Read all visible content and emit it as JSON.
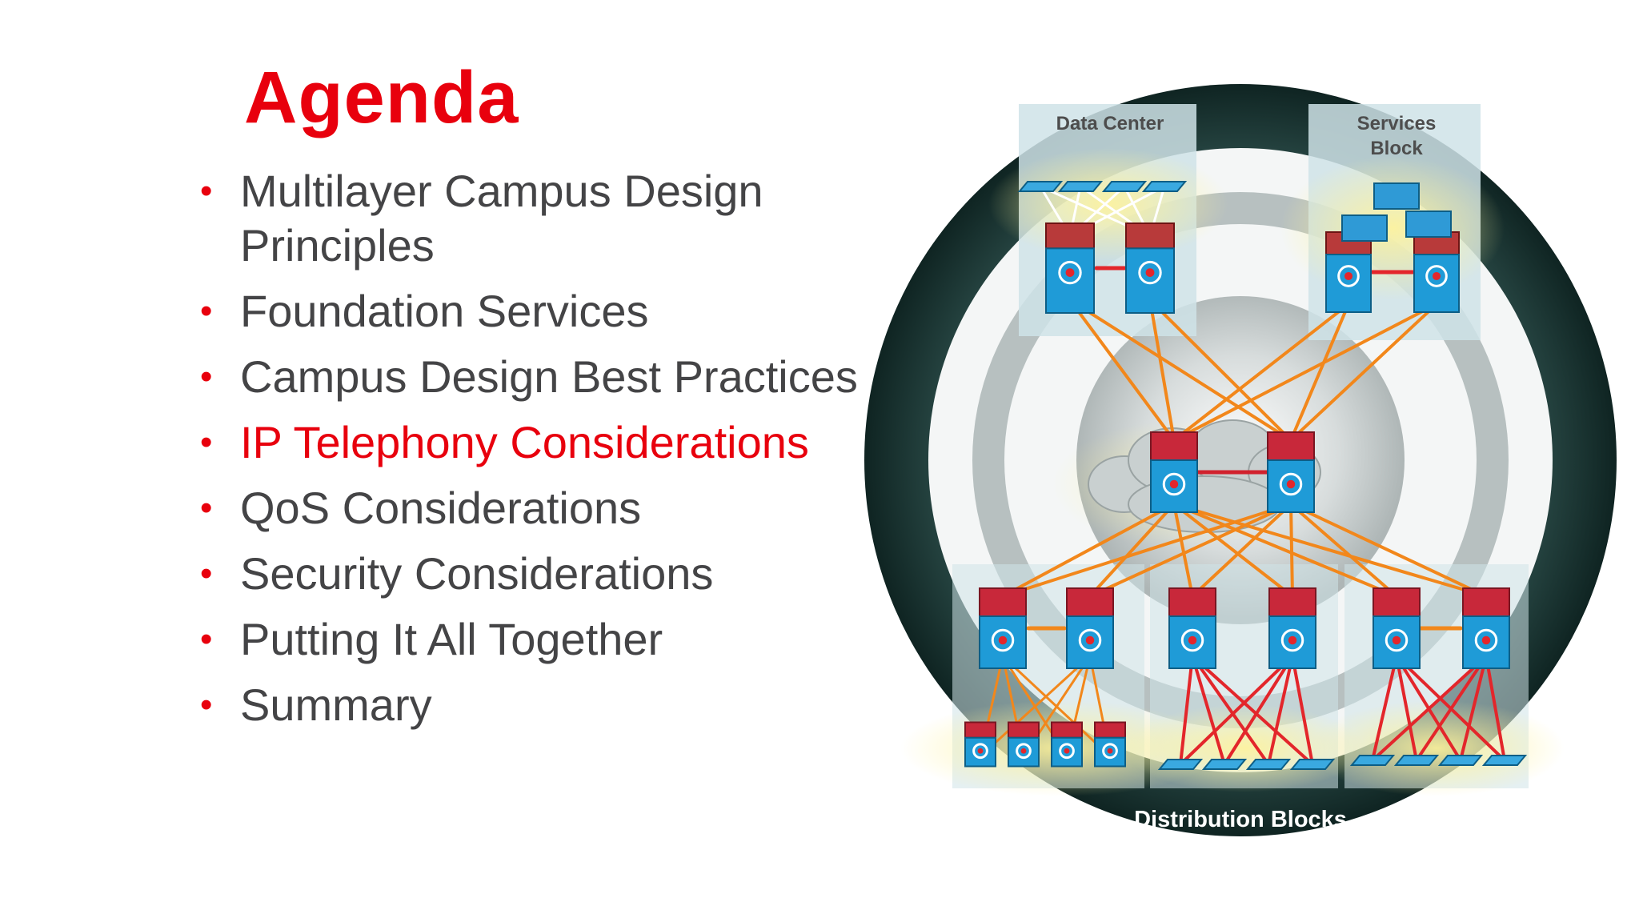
{
  "slide": {
    "title": "Agenda",
    "items": [
      {
        "label": "Multilayer Campus Design\nPrinciples",
        "active": false
      },
      {
        "label": "Foundation Services",
        "active": false
      },
      {
        "label": "Campus Design Best Practices",
        "active": false
      },
      {
        "label": "IP Telephony Considerations",
        "active": true
      },
      {
        "label": "QoS Considerations",
        "active": false
      },
      {
        "label": "Security Considerations",
        "active": false
      },
      {
        "label": "Putting It All Together",
        "active": false
      },
      {
        "label": "Summary",
        "active": false
      }
    ],
    "bullet": "•"
  },
  "diagram": {
    "data_center_label": "Data Center",
    "services_block_label_line1": "Services",
    "services_block_label_line2": "Block",
    "distribution_blocks_label": "Distribution Blocks"
  },
  "colors": {
    "accent_red": "#e8000d",
    "text_gray": "#444446",
    "ring_dark": "#16302e",
    "link_orange": "#f2871b",
    "switch_blue": "#1f9bd7",
    "switch_red": "#c8283a"
  }
}
